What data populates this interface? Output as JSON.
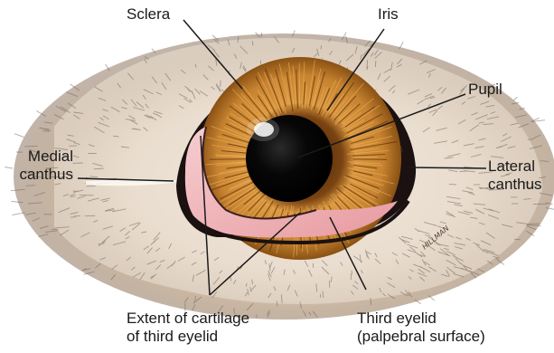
{
  "labels": {
    "sclera": "Sclera",
    "iris": "Iris",
    "pupil": "Pupil",
    "medial_canthus": [
      "Medial",
      "canthus"
    ],
    "lateral_canthus": [
      "Lateral",
      "canthus"
    ],
    "cartilage": [
      "Extent of cartilage",
      "of third eyelid"
    ],
    "third_eyelid": [
      "Third eyelid",
      "(palpebral surface)"
    ]
  },
  "signature": "HILLMAN",
  "colors": {
    "fur_base": "#efe6dc",
    "fur_dark": "#8a7c70",
    "eyelid_pink": "#f2b8bc",
    "eyelid_rim": "#1a1110",
    "iris_outer": "#b5721e",
    "iris_inner": "#e0a24a",
    "pupil": "#060606",
    "leader_line": "#1a1a1a"
  }
}
